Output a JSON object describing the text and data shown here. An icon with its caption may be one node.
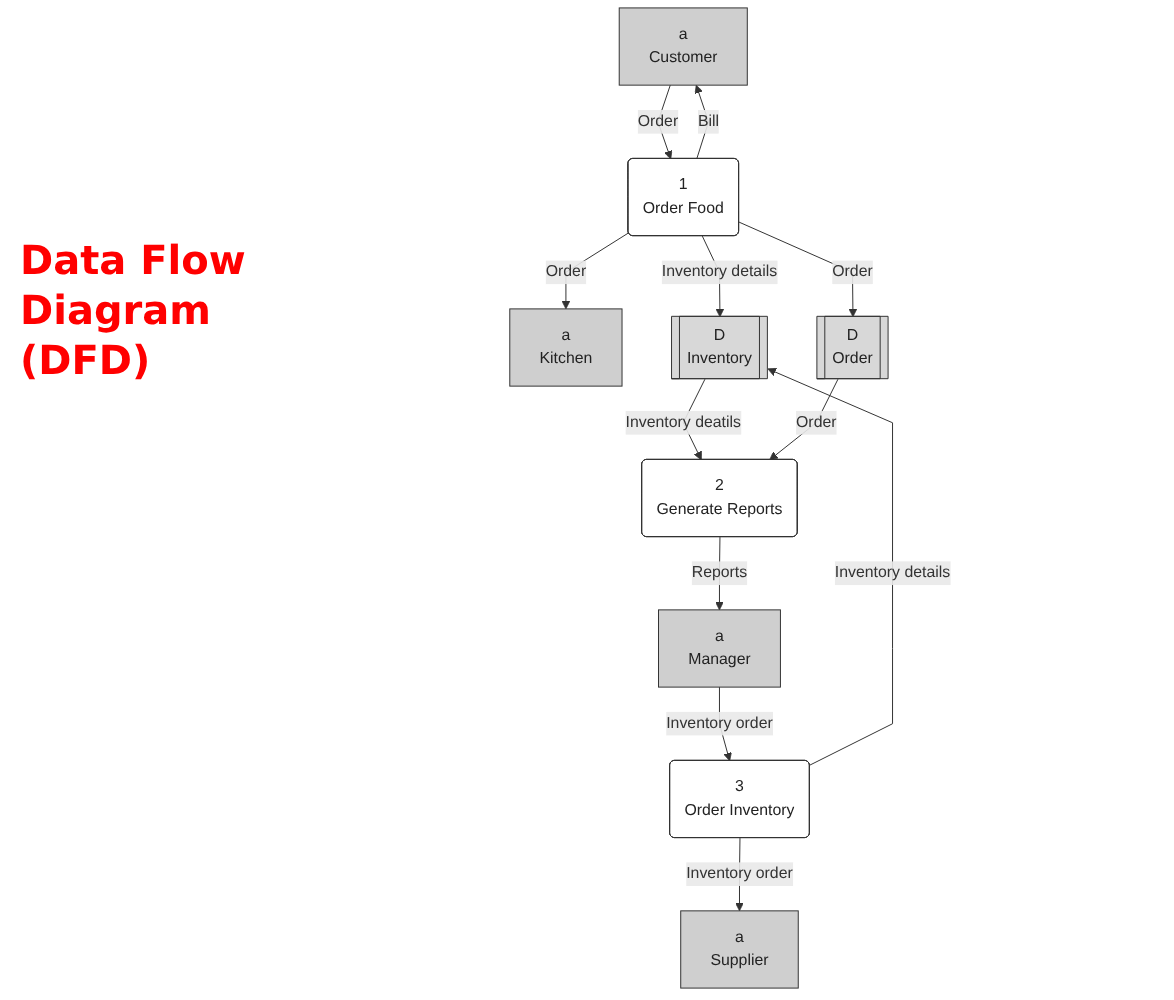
{
  "diagram": {
    "title": "Data Flow Diagram (DFD)",
    "nodes": [
      {
        "text": [
          "a",
          "Customer"
        ]
      },
      {
        "text": [
          "1",
          "Order Food"
        ]
      },
      {
        "text": [
          "a",
          "Kitchen"
        ]
      },
      {
        "text": [
          "D",
          "Inventory"
        ]
      },
      {
        "text": [
          "D",
          "Order"
        ]
      },
      {
        "text": [
          "2",
          "Generate Reports"
        ]
      },
      {
        "text": [
          "a",
          "Manager"
        ]
      },
      {
        "text": [
          "3",
          "Order Inventory"
        ]
      },
      {
        "text": [
          "a",
          "Supplier"
        ]
      }
    ],
    "edges": [
      {
        "from": 0,
        "to": 1,
        "arrow": "to",
        "label": "Order"
      },
      {
        "from": 1,
        "to": 0,
        "arrow": "to",
        "label": "Bill"
      },
      {
        "from": 1,
        "to": 2,
        "arrow": "to",
        "label": "Order"
      },
      {
        "from": 1,
        "to": 3,
        "arrow": "to",
        "label": "Inventory details"
      },
      {
        "from": 1,
        "to": 4,
        "arrow": "to",
        "label": "Order"
      },
      {
        "from": 3,
        "to": 5,
        "arrow": "to",
        "label": "Inventory deatils"
      },
      {
        "from": 4,
        "to": 5,
        "arrow": "to",
        "label": "Order"
      },
      {
        "from": 5,
        "to": 6,
        "arrow": "to",
        "label": "Reports"
      },
      {
        "from": 6,
        "to": 7,
        "arrow": "to",
        "label": "Inventory order"
      },
      {
        "from": 7,
        "to": 8,
        "arrow": "to",
        "label": "Inventory order"
      },
      {
        "from": 7,
        "to": 3,
        "arrow": "to",
        "label": "Inventory details"
      }
    ]
  }
}
